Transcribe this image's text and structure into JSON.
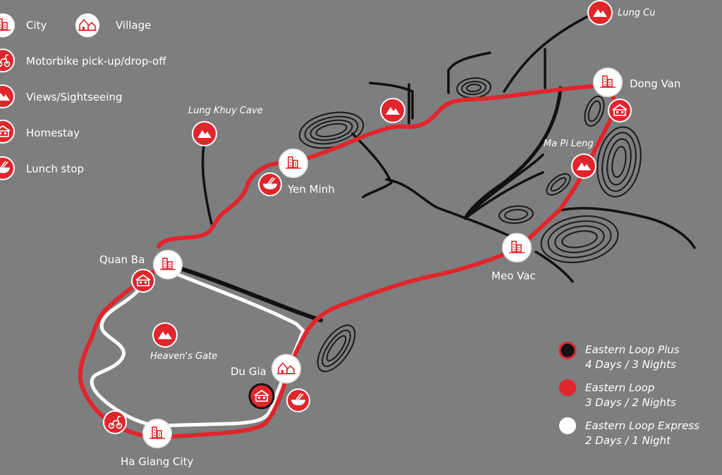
{
  "legend": {
    "city": "City",
    "village": "Village",
    "motorbike": "Motorbike pick-up/drop-off",
    "views": "Views/Sightseeing",
    "homestay": "Homestay",
    "lunch": "Lunch stop"
  },
  "places": {
    "lung_cu": "Lung Cu",
    "dong_van": "Dong Van",
    "lung_khuy_cave": "Lung Khuy Cave",
    "ma_pi_leng": "Ma Pi Leng",
    "yen_minh": "Yen Minh",
    "quan_ba": "Quan Ba",
    "meo_vac": "Meo Vac",
    "heavens_gate": "Heaven's Gate",
    "du_gia": "Du Gia",
    "ha_giang_city": "Ha Giang City"
  },
  "routes": [
    {
      "name": "Eastern Loop Plus",
      "duration": "4 Days / 3 Nights",
      "color": "#1a1a1a"
    },
    {
      "name": "Eastern Loop",
      "duration": "3 Days / 2 Nights",
      "color": "#e0262c"
    },
    {
      "name": "Eastern Loop Express",
      "duration": "2 Days / 1 Night",
      "color": "#ffffff"
    }
  ],
  "colors": {
    "background": "#7d7e7f",
    "red": "#e0262c",
    "black": "#1a1a1a",
    "white": "#ffffff"
  },
  "icons": [
    "city-icon",
    "village-icon",
    "motorbike-icon",
    "mountain-view-icon",
    "homestay-icon",
    "lunch-icon"
  ]
}
